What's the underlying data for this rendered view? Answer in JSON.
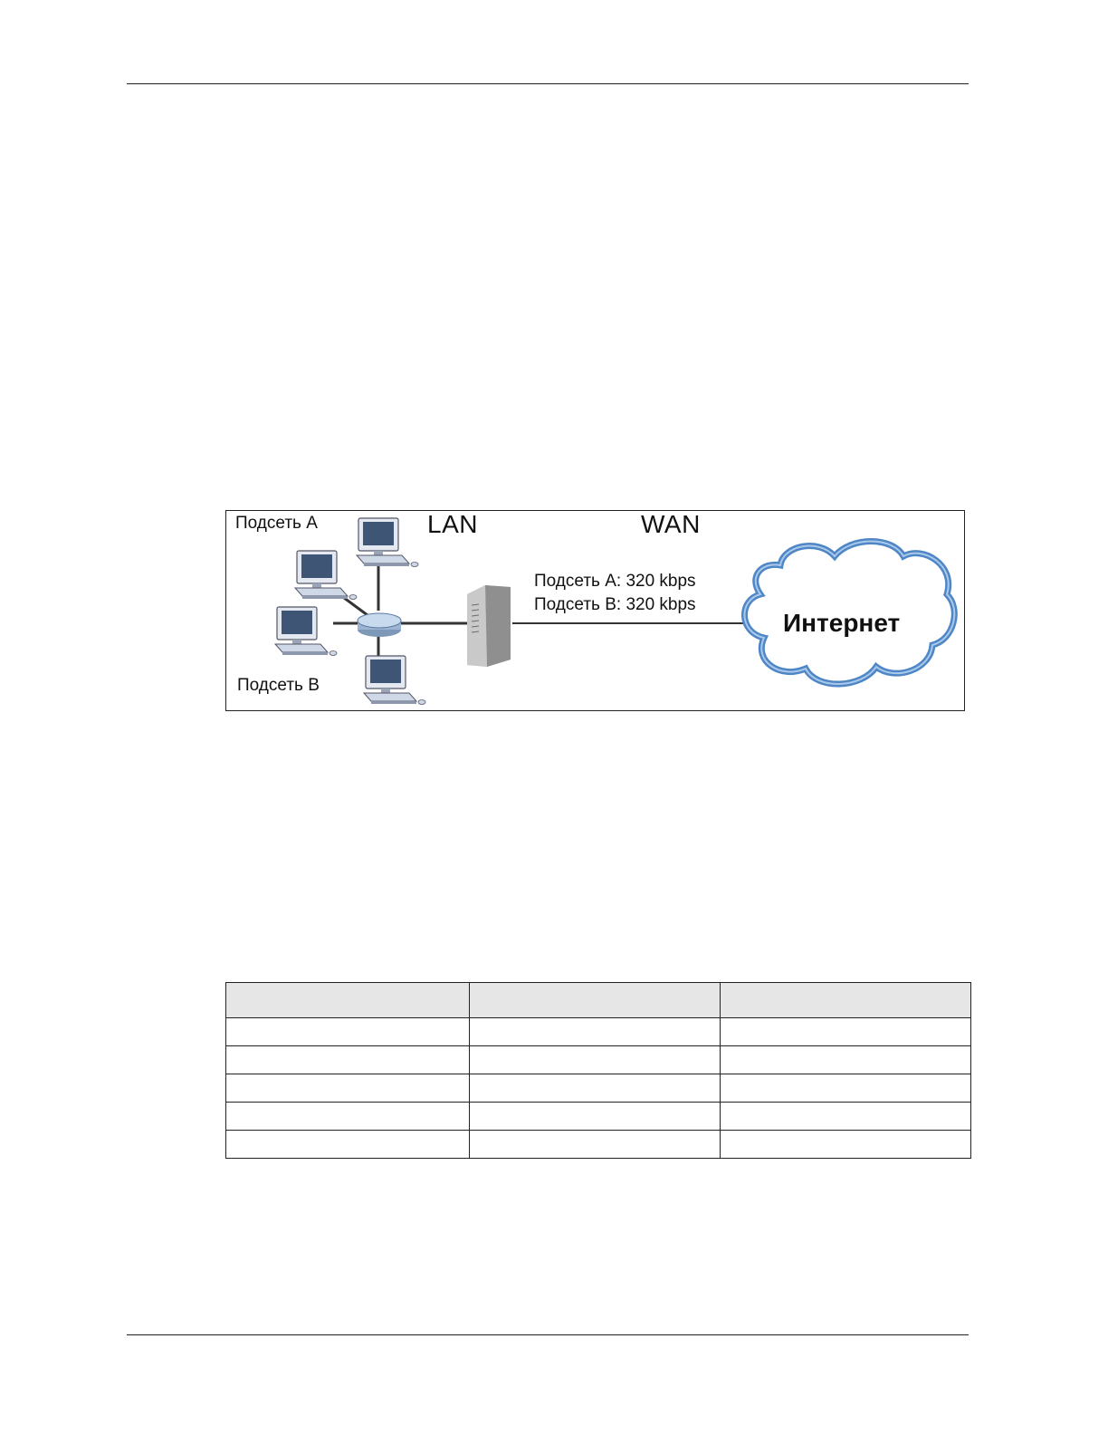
{
  "diagram": {
    "labels": {
      "subnet_a": "Подсеть A",
      "subnet_b": "Подсеть B",
      "lan": "LAN",
      "wan": "WAN",
      "rate_a_name": "Подсеть A",
      "rate_a_value": ": 320 kbps",
      "rate_b_name": "Подсеть B",
      "rate_b_value": ": 320 kbps",
      "internet": "Интернет"
    },
    "icons": [
      "computer-icon",
      "hub-icon",
      "router-icon",
      "cloud-icon"
    ],
    "colors": {
      "monitor_screen": "#3f5576",
      "hub_body": "#b9cfe6",
      "router_body": "#a8a8a8",
      "cloud_outline": "#4f86c6",
      "lines": "#333333"
    }
  },
  "table": {
    "headers": [
      "",
      "",
      ""
    ],
    "rows": [
      [
        "",
        "",
        ""
      ],
      [
        "",
        "",
        ""
      ],
      [
        "",
        "",
        ""
      ],
      [
        "",
        "",
        ""
      ],
      [
        "",
        "",
        ""
      ]
    ]
  }
}
